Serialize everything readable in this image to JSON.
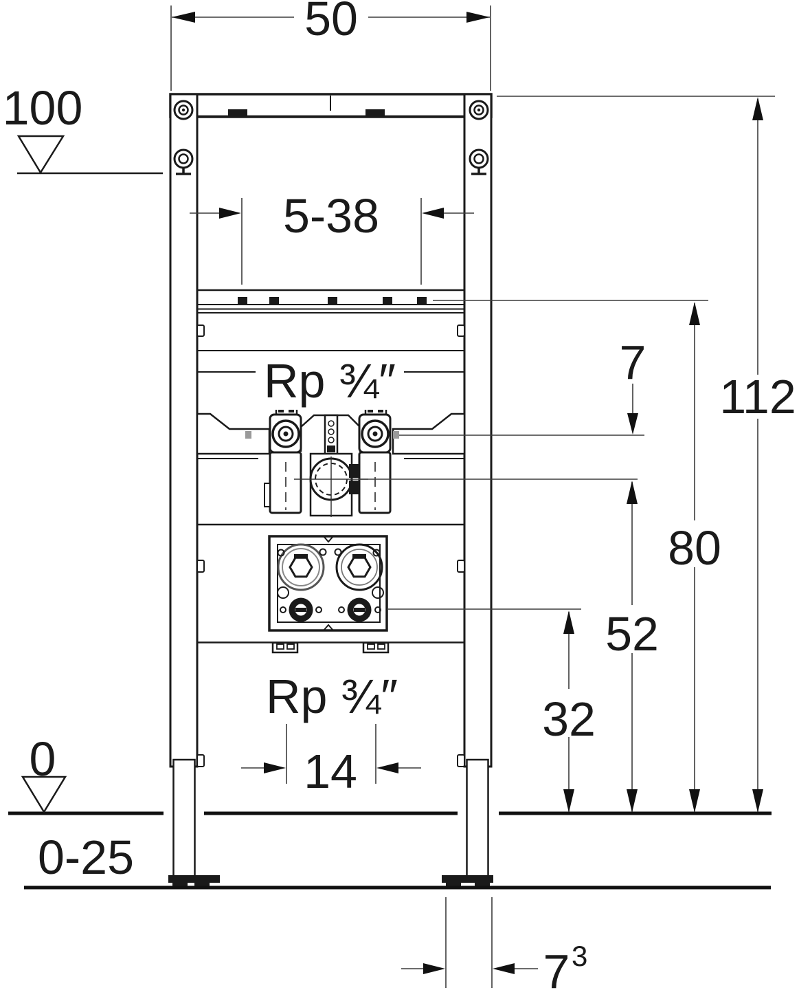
{
  "drawing": {
    "kind": "installation-element-dimensional-drawing",
    "labels": {
      "frame_width": "50",
      "meter_datum": "100",
      "front_adjust_range": "5-38",
      "supply_thread": "Rp ¾″",
      "rail_offset": "7",
      "total_height": "112",
      "supply_height": "80",
      "mixer_height": "52",
      "drain_height": "32",
      "drain_thread": "Rp ¾″",
      "connection_spacing": "14",
      "floor_datum": "0",
      "floor_adjust_range": "0-25",
      "foot_depth": "7",
      "foot_depth_footnote": "3"
    },
    "colors": {
      "line": "#1a1a1a",
      "dimension": "#3c3c3c",
      "arrow": "#111111",
      "background": "#ffffff"
    }
  }
}
